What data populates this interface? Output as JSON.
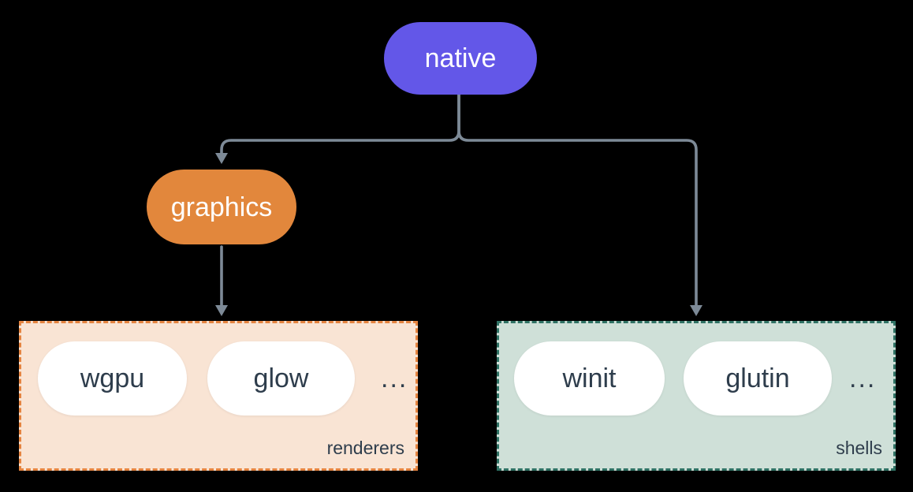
{
  "colors": {
    "background": "#000000",
    "node-native": "#6357e8",
    "node-graphics": "#e2873c",
    "node-text": "#ffffff",
    "item-pill": "#ffffff",
    "item-text": "#2e3d4c",
    "connector": "#7d8a97",
    "renderers-fill": "#f9e4d4",
    "renderers-border": "#e58440",
    "shells-fill": "#cfe0d8",
    "shells-border": "#2f7264"
  },
  "diagram": {
    "nodes": {
      "native": {
        "label": "native"
      },
      "graphics": {
        "label": "graphics"
      }
    },
    "groups": {
      "renderers": {
        "label": "renderers",
        "items": [
          "wgpu",
          "glow"
        ],
        "more": "..."
      },
      "shells": {
        "label": "shells",
        "items": [
          "winit",
          "glutin"
        ],
        "more": "..."
      }
    },
    "edges": [
      {
        "from": "native",
        "to": "graphics"
      },
      {
        "from": "native",
        "to": "shells"
      },
      {
        "from": "graphics",
        "to": "renderers"
      }
    ]
  }
}
